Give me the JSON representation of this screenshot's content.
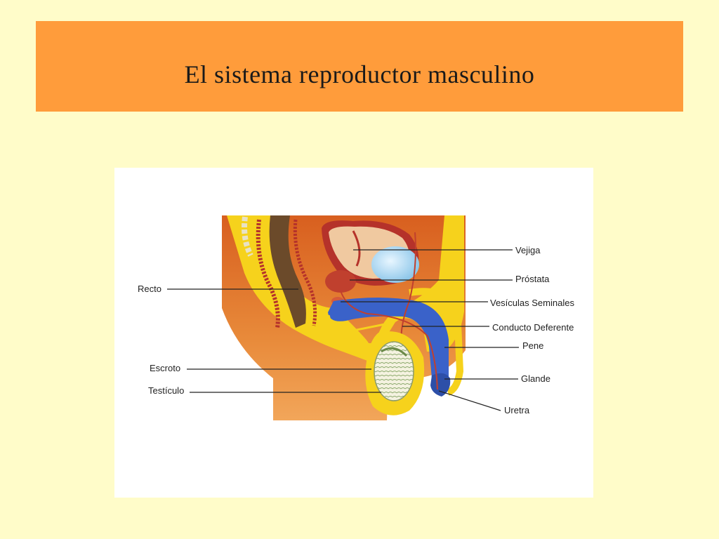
{
  "slide": {
    "title": "El sistema reproductor masculino"
  },
  "diagram": {
    "labels": {
      "vejiga": "Vejiga",
      "prostata": "Próstata",
      "vesiculas": "Vesículas Seminales",
      "conducto": "Conducto Deferente",
      "pene": "Pene",
      "glande": "Glande",
      "uretra": "Uretra",
      "recto": "Recto",
      "escroto": "Escroto",
      "testiculo": "Testículo"
    }
  },
  "colors": {
    "background": "#fffcc9",
    "title_bar": "#ff9c3b",
    "panel": "#ffffff",
    "skin": "#e0702a",
    "fat": "#f6d21c",
    "muscle": "#c0392b",
    "bladder": "#a8d8f0",
    "erectile": "#3a62c9"
  }
}
